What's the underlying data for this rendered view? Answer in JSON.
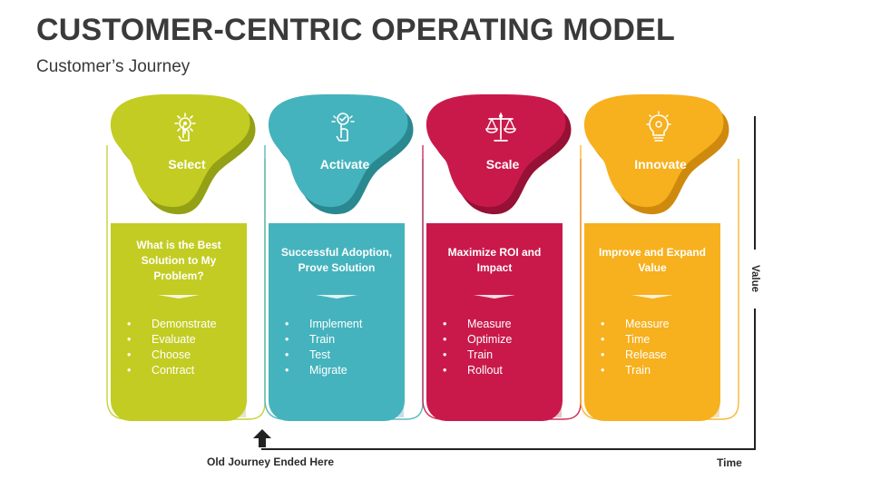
{
  "title": "CUSTOMER-CENTRIC OPERATING MODEL",
  "subtitle": "Customer’s Journey",
  "stages": [
    {
      "label": "Select",
      "icon": "touch-gesture-icon",
      "color": "#c3cc22",
      "dark": "#94a015",
      "heading": "What is the Best Solution to My Problem?",
      "items": [
        "Demonstrate",
        "Evaluate",
        "Choose",
        "Contract"
      ]
    },
    {
      "label": "Activate",
      "icon": "tap-check-icon",
      "color": "#45b3bd",
      "dark": "#2a8891",
      "heading": "Successful Adoption, Prove Solution",
      "items": [
        "Implement",
        "Train",
        "Test",
        "Migrate"
      ]
    },
    {
      "label": "Scale",
      "icon": "balance-scale-icon",
      "color": "#c9194a",
      "dark": "#961135",
      "heading": "Maximize ROI and Impact",
      "items": [
        "Measure",
        "Optimize",
        "Train",
        "Rollout"
      ]
    },
    {
      "label": "Innovate",
      "icon": "lightbulb-icon",
      "color": "#f7b01e",
      "dark": "#cf8a0d",
      "heading": "Improve and Expand Value",
      "items": [
        "Measure",
        "Time",
        "Release",
        "Train"
      ]
    }
  ],
  "axis": {
    "y_label": "Value",
    "x_label": "Time",
    "marker_label": "Old Journey Ended Here"
  }
}
